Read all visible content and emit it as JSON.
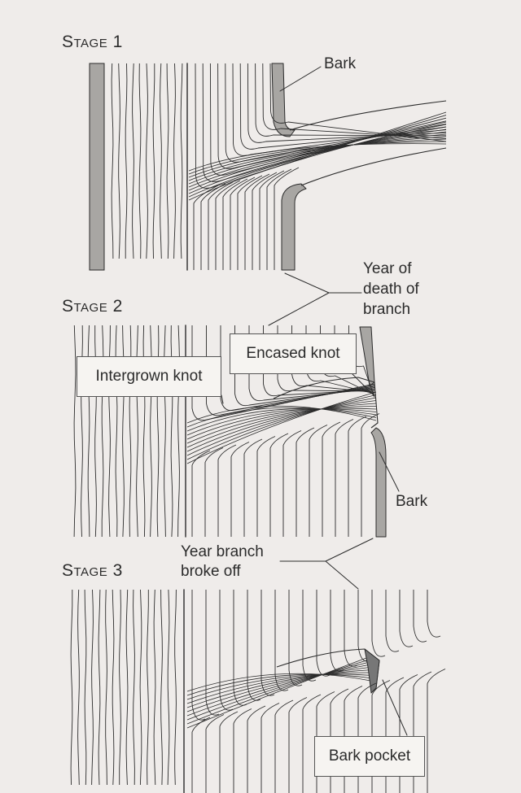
{
  "stages": [
    {
      "title": "Stage 1"
    },
    {
      "title": "Stage 2"
    },
    {
      "title": "Stage 3"
    }
  ],
  "labels": {
    "bark_1": "Bark",
    "year_death_line1": "Year of",
    "year_death_line2": "death of",
    "year_death_line3": "branch",
    "encased_knot": "Encased knot",
    "intergrown_knot": "Intergrown knot",
    "bark_2": "Bark",
    "year_broke_line1": "Year branch",
    "year_broke_line2": "broke off",
    "bark_pocket": "Bark pocket"
  },
  "colors": {
    "background": "#efecea",
    "line": "#2b2b2b",
    "bark_fill": "#a8a6a3"
  }
}
